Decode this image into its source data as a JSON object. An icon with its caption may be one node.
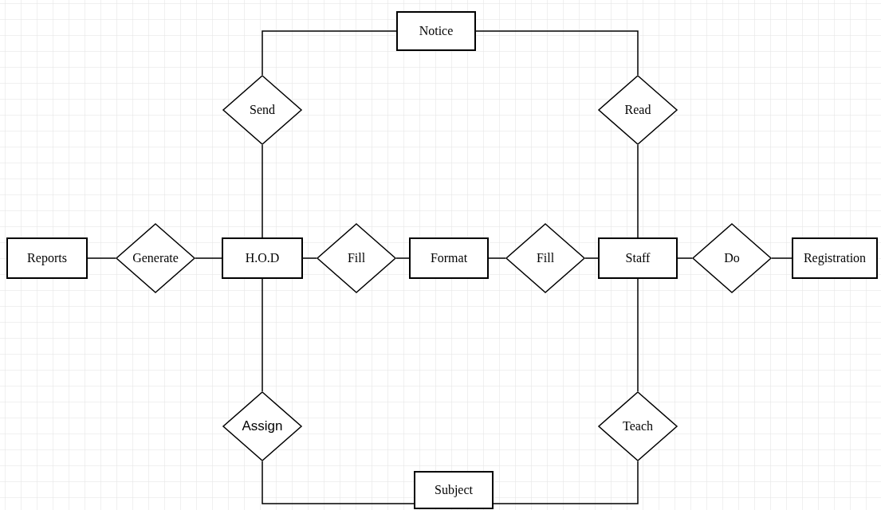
{
  "diagram": {
    "nodes": [
      {
        "text": [
          "Notice"
        ]
      },
      {
        "text": [
          "Send"
        ]
      },
      {
        "text": [
          "Read"
        ]
      },
      {
        "text": [
          "Reports"
        ]
      },
      {
        "text": [
          "Generate"
        ]
      },
      {
        "text": [
          "H.O.D"
        ]
      },
      {
        "text": [
          "Fill"
        ]
      },
      {
        "text": [
          "Format"
        ]
      },
      {
        "text": [
          "Fill"
        ]
      },
      {
        "text": [
          "Staff"
        ]
      },
      {
        "text": [
          "Do"
        ]
      },
      {
        "text": [
          "Registration"
        ]
      },
      {
        "text": [
          "Assign"
        ]
      },
      {
        "text": [
          "Teach"
        ]
      },
      {
        "text": [
          "Subject"
        ]
      }
    ],
    "edges": [
      {
        "from": 0,
        "to": 1,
        "arrow": "none"
      },
      {
        "from": 0,
        "to": 2,
        "arrow": "none"
      },
      {
        "from": 1,
        "to": 5,
        "arrow": "none"
      },
      {
        "from": 2,
        "to": 9,
        "arrow": "none"
      },
      {
        "from": 3,
        "to": 4,
        "arrow": "none"
      },
      {
        "from": 4,
        "to": 5,
        "arrow": "none"
      },
      {
        "from": 5,
        "to": 6,
        "arrow": "none"
      },
      {
        "from": 6,
        "to": 7,
        "arrow": "none"
      },
      {
        "from": 7,
        "to": 8,
        "arrow": "none"
      },
      {
        "from": 8,
        "to": 9,
        "arrow": "none"
      },
      {
        "from": 9,
        "to": 10,
        "arrow": "none"
      },
      {
        "from": 10,
        "to": 11,
        "arrow": "none"
      },
      {
        "from": 5,
        "to": 12,
        "arrow": "none"
      },
      {
        "from": 9,
        "to": 13,
        "arrow": "none"
      },
      {
        "from": 12,
        "to": 14,
        "arrow": "none"
      },
      {
        "from": 13,
        "to": 14,
        "arrow": "none"
      }
    ]
  }
}
